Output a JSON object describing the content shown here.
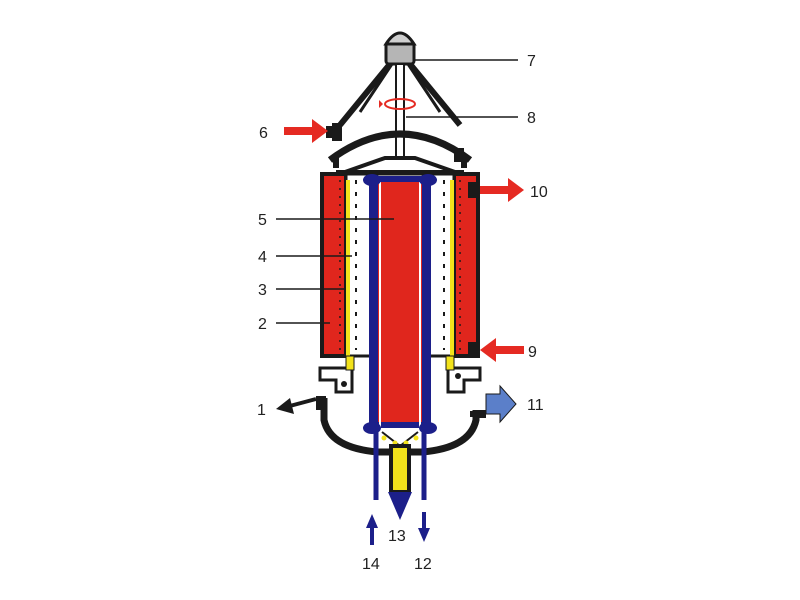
{
  "diagram": {
    "labels": [
      "1",
      "2",
      "3",
      "4",
      "5",
      "6",
      "7",
      "8",
      "9",
      "10",
      "11",
      "12",
      "13",
      "14"
    ],
    "colors": {
      "outline": "#1a1a1a",
      "heater": "#e0261d",
      "coil": "#f2e21b",
      "tube": "#1c1f8a",
      "inlet_arrow": "#e52a22",
      "outlet_arrow": "#5b7fc9",
      "motor": "#b5b5b5"
    },
    "icons": [
      "motor-icon",
      "stirrer-rotation-icon",
      "inlet-arrow-icon",
      "outlet-arrow-icon"
    ]
  }
}
